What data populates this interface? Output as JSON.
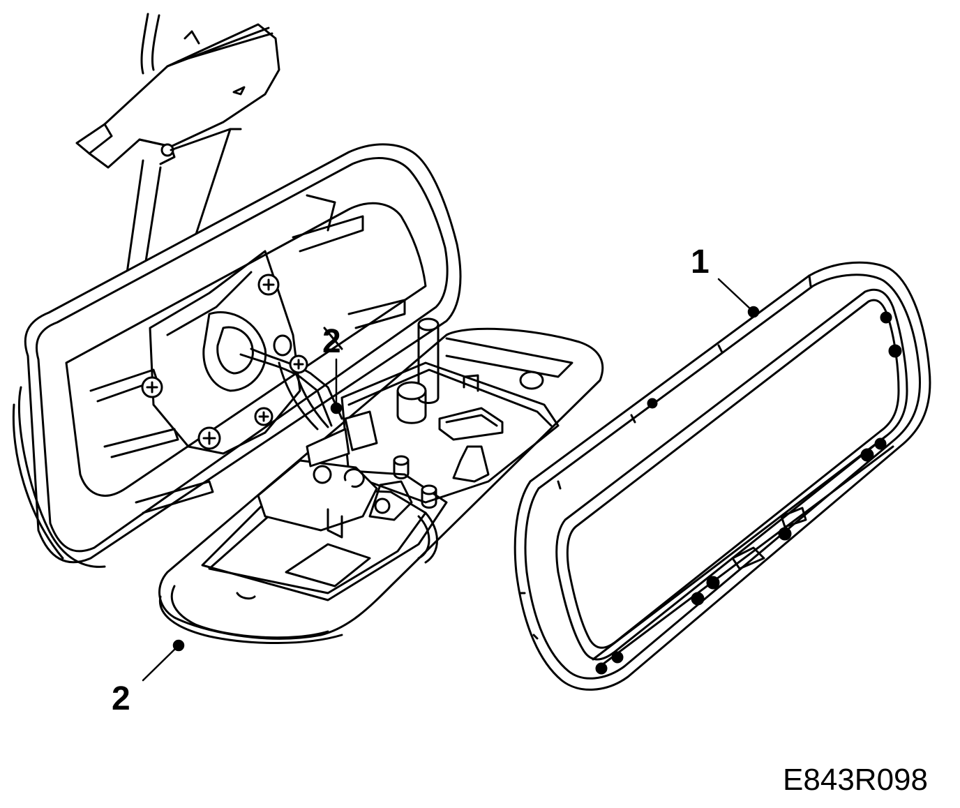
{
  "callouts": {
    "part_1": "1",
    "part_2_upper": "2",
    "part_2_lower": "2"
  },
  "reference_code": "E843R098"
}
